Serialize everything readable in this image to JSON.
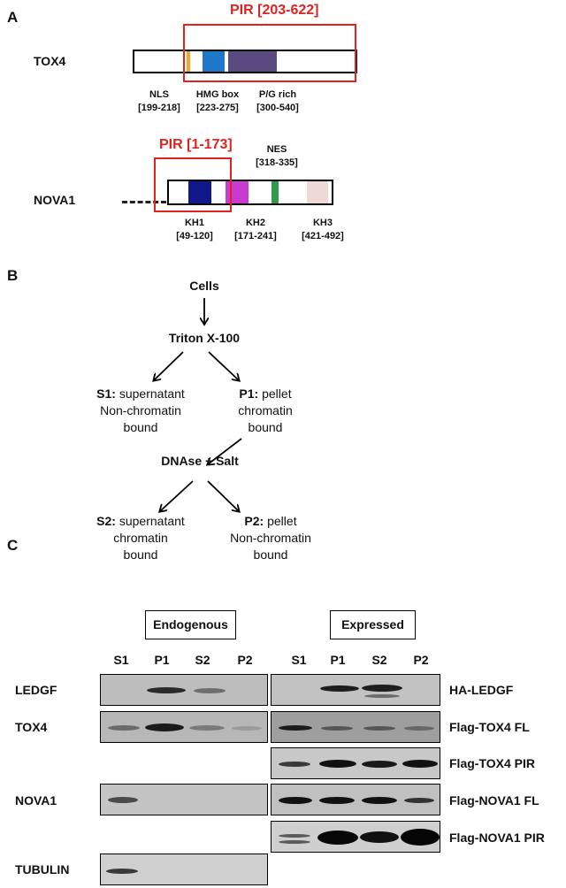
{
  "panels": {
    "a": "A",
    "b": "B",
    "c": "C"
  },
  "panel_a": {
    "tox4": {
      "name": "TOX4",
      "pir_label": "PIR [203-622]",
      "domains": [
        {
          "name": "NLS",
          "range": "[199-218]",
          "color": "#f5a623"
        },
        {
          "name": "HMG box",
          "range": "[223-275]",
          "color": "#1f77c9"
        },
        {
          "name": "P/G rich",
          "range": "[300-540]",
          "color": "#5b4a80"
        }
      ]
    },
    "nova1": {
      "name": "NOVA1",
      "pir_label": "PIR [1-173]",
      "nes": {
        "name": "NES",
        "range": "[318-335]",
        "color": "#2e9a4a"
      },
      "domains": [
        {
          "name": "KH1",
          "range": "[49-120]",
          "color": "#10188a"
        },
        {
          "name": "KH2",
          "range": "[171-241]",
          "color": "#c83ad0"
        },
        {
          "name": "KH3",
          "range": "[421-492]",
          "color": "#efd9d7"
        }
      ]
    }
  },
  "panel_b": {
    "cells": "Cells",
    "triton": "Triton X-100",
    "s1": {
      "key": "S1:",
      "line1": "supernatant",
      "line2": "Non-chromatin",
      "line3": "bound"
    },
    "p1": {
      "key": "P1:",
      "line1": "pellet",
      "line2": "chromatin",
      "line3": "bound"
    },
    "dnase": "DNAse + Salt",
    "s2": {
      "key": "S2:",
      "line1": "supernatant",
      "line2": "chromatin",
      "line3": "bound"
    },
    "p2": {
      "key": "P2:",
      "line1": "pellet",
      "line2": "Non-chromatin",
      "line3": "bound"
    }
  },
  "panel_c": {
    "endogenous": "Endogenous",
    "expressed": "Expressed",
    "lanes": [
      "S1",
      "P1",
      "S2",
      "P2"
    ],
    "left_rows": [
      "LEDGF",
      "TOX4",
      "NOVA1",
      "TUBULIN"
    ],
    "right_rows": [
      "HA-LEDGF",
      "Flag-TOX4 FL",
      "Flag-TOX4 PIR",
      "Flag-NOVA1 FL",
      "Flag-NOVA1 PIR"
    ]
  }
}
